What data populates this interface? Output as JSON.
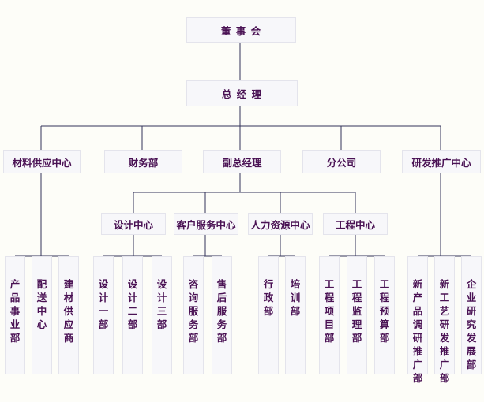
{
  "chart": {
    "root": "董 事 会",
    "gm": "总 经 理",
    "l2": [
      "材料供应中心",
      "财务部",
      "副总经理",
      "分公司",
      "研发推广中心"
    ],
    "l3": [
      "设计中心",
      "客户服务中心",
      "人力资源中心",
      "工程中心"
    ],
    "leaves_material": [
      "产品事业部",
      "配送中心",
      "建材供应商"
    ],
    "leaves_design": [
      "设计一部",
      "设计二部",
      "设计三部"
    ],
    "leaves_service": [
      "咨询服务部",
      "售后服务部"
    ],
    "leaves_hr": [
      "行政部",
      "培训部"
    ],
    "leaves_eng": [
      "工程项目部",
      "工程监理部",
      "工程预算部"
    ],
    "leaves_rd": [
      "新产品调研推广部",
      "新工艺研发推广部",
      "企业研究发展部"
    ]
  },
  "colors": {
    "line": "#33335a",
    "text": "#4a1254",
    "box": "#f7f7fa"
  }
}
